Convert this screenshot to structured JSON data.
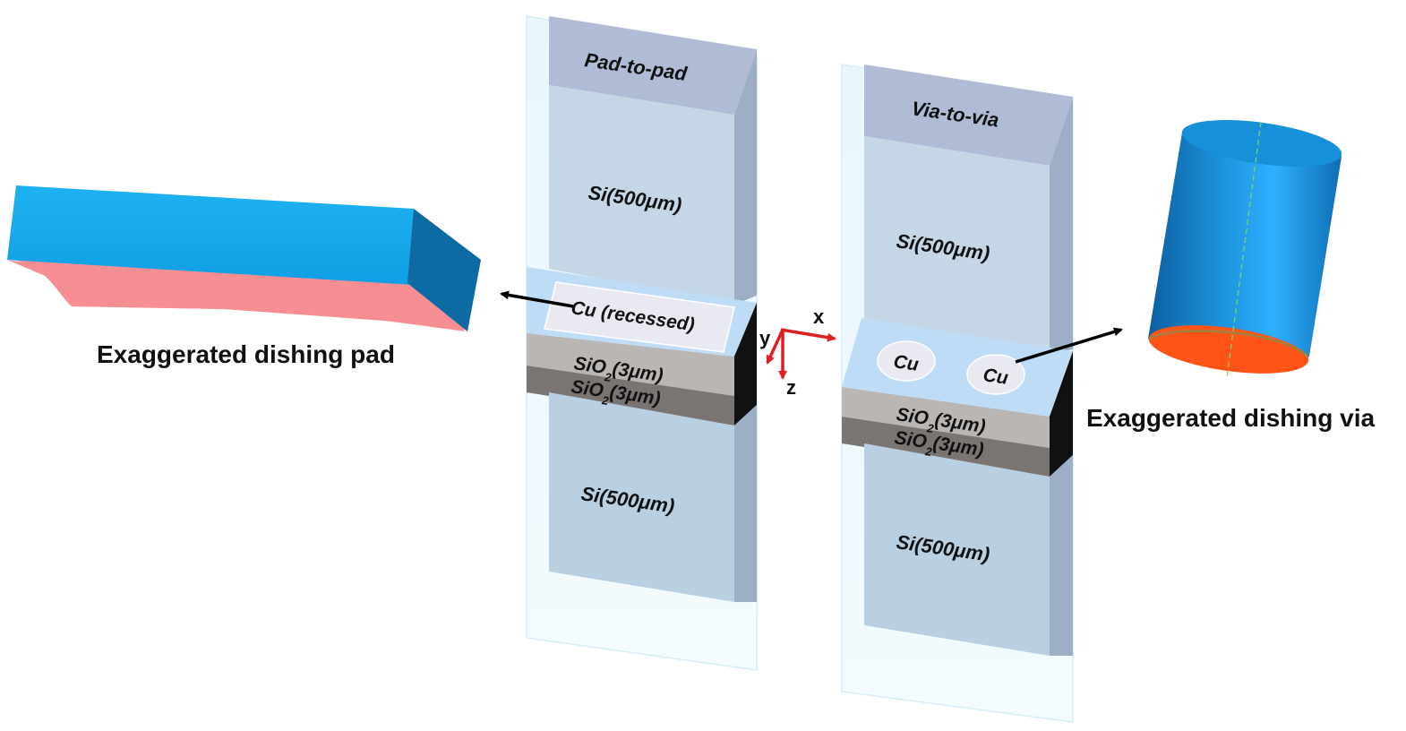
{
  "pad_assembly": {
    "title": "Pad-to-pad",
    "si_top": "Si(500μm)",
    "cu": "Cu (recessed)",
    "oxide_1": {
      "base": "SiO",
      "sub": "2",
      "suffix": "(3μm)"
    },
    "oxide_2": {
      "base": "SiO",
      "sub": "2",
      "suffix": "(3μm)"
    },
    "si_bottom": "Si(500μm)"
  },
  "via_assembly": {
    "title": "Via-to-via",
    "si_top": "Si(500μm)",
    "cu_left": "Cu",
    "cu_right": "Cu",
    "oxide_1": {
      "base": "SiO",
      "sub": "2",
      "suffix": "(3μm)"
    },
    "oxide_2": {
      "base": "SiO",
      "sub": "2",
      "suffix": "(3μm)"
    },
    "si_bottom": "Si(500μm)"
  },
  "axes": {
    "x": "x",
    "y": "y",
    "z": "z"
  },
  "callouts": {
    "pad": "Exaggerated dishing pad",
    "via": "Exaggerated dishing via"
  },
  "colors": {
    "silicon_face": "#c5d7e6",
    "silicon_side": "#9eaec7",
    "silicon_cap": "#b0bcd6",
    "bond_layer": "#bfdcf6",
    "oxide_light": "#bab6b4",
    "oxide_dark": "#7a7472",
    "copper_recess": "#e9e9f1",
    "pad_blue": "#14a8ec",
    "pad_pink": "#f68e93",
    "via_blue": "#1593dc",
    "via_orange": "#ff5418",
    "axis_red": "#e02020",
    "arrow_black": "#000000"
  }
}
